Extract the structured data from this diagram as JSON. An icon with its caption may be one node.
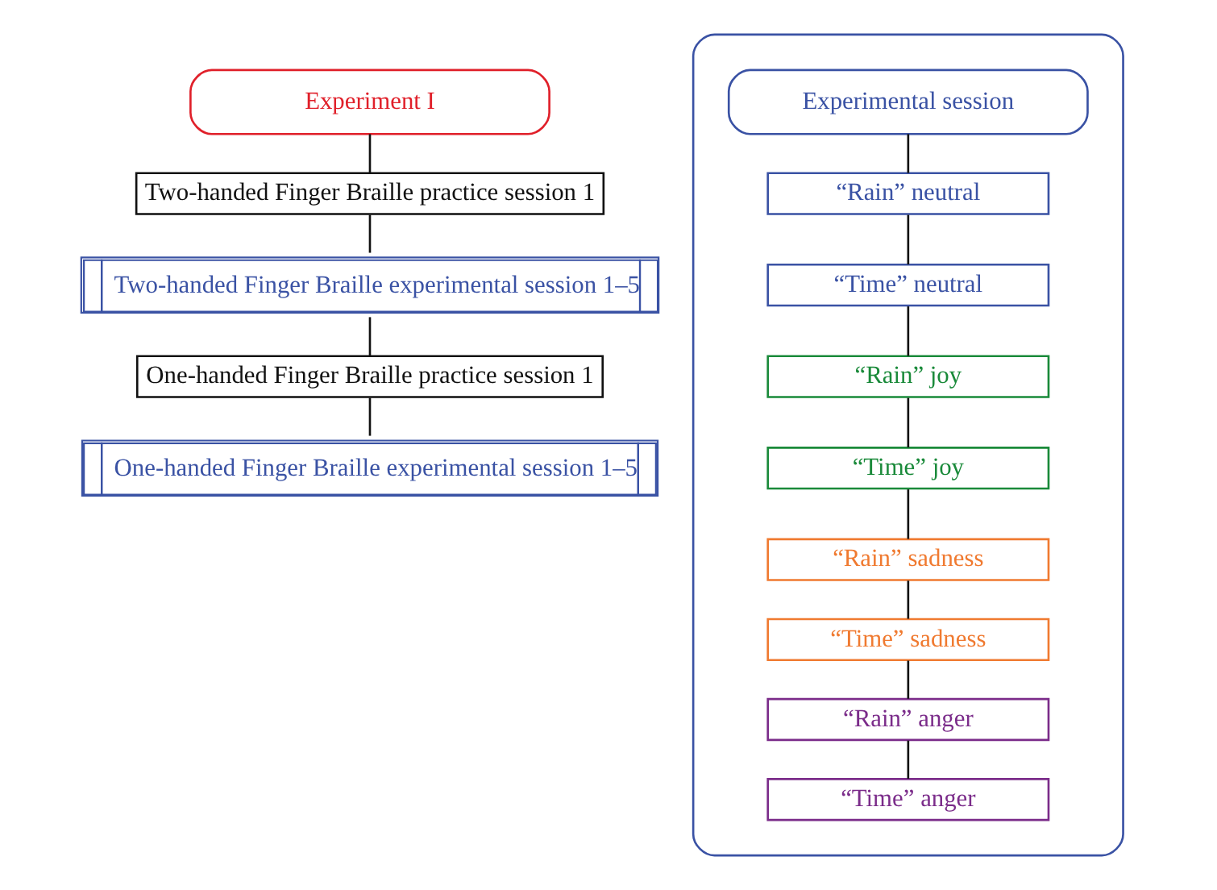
{
  "diagram": {
    "nodes": [
      {
        "text": [
          "Experiment I"
        ]
      },
      {
        "text": [
          "Two-handed Finger Braille practice session 1"
        ]
      },
      {
        "text": [
          "Two-handed Finger Braille experimental session 1–5"
        ]
      },
      {
        "text": [
          "One-handed Finger Braille practice session 1"
        ]
      },
      {
        "text": [
          "One-handed Finger Braille experimental session 1–5"
        ]
      },
      {
        "text": [],
        "shape": "box"
      },
      {
        "text": [
          "Experimental session"
        ],
        "in": 5
      },
      {
        "text": [
          "“Rain” neutral"
        ],
        "in": 5
      },
      {
        "text": [
          "“Time” neutral"
        ],
        "in": 5
      },
      {
        "text": [
          "“Rain” joy"
        ],
        "in": 5
      },
      {
        "text": [
          "“Time” joy"
        ],
        "in": 5
      },
      {
        "text": [
          "“Rain” sadness"
        ],
        "in": 5
      },
      {
        "text": [
          "“Time” sadness"
        ],
        "in": 5
      },
      {
        "text": [
          "“Rain” anger"
        ],
        "in": 5
      },
      {
        "text": [
          "“Time” anger"
        ],
        "in": 5
      }
    ],
    "edges": [
      {
        "from": 0,
        "to": 1,
        "arrow": "none"
      },
      {
        "from": 1,
        "to": 2,
        "arrow": "none"
      },
      {
        "from": 2,
        "to": 3,
        "arrow": "none"
      },
      {
        "from": 3,
        "to": 4,
        "arrow": "none"
      },
      {
        "from": 6,
        "to": 7,
        "arrow": "none"
      },
      {
        "from": 7,
        "to": 8,
        "arrow": "none"
      },
      {
        "from": 8,
        "to": 9,
        "arrow": "none"
      },
      {
        "from": 9,
        "to": 10,
        "arrow": "none"
      },
      {
        "from": 10,
        "to": 11,
        "arrow": "none"
      },
      {
        "from": 11,
        "to": 12,
        "arrow": "none"
      },
      {
        "from": 12,
        "to": 13,
        "arrow": "none"
      },
      {
        "from": 13,
        "to": 14,
        "arrow": "none"
      }
    ]
  }
}
